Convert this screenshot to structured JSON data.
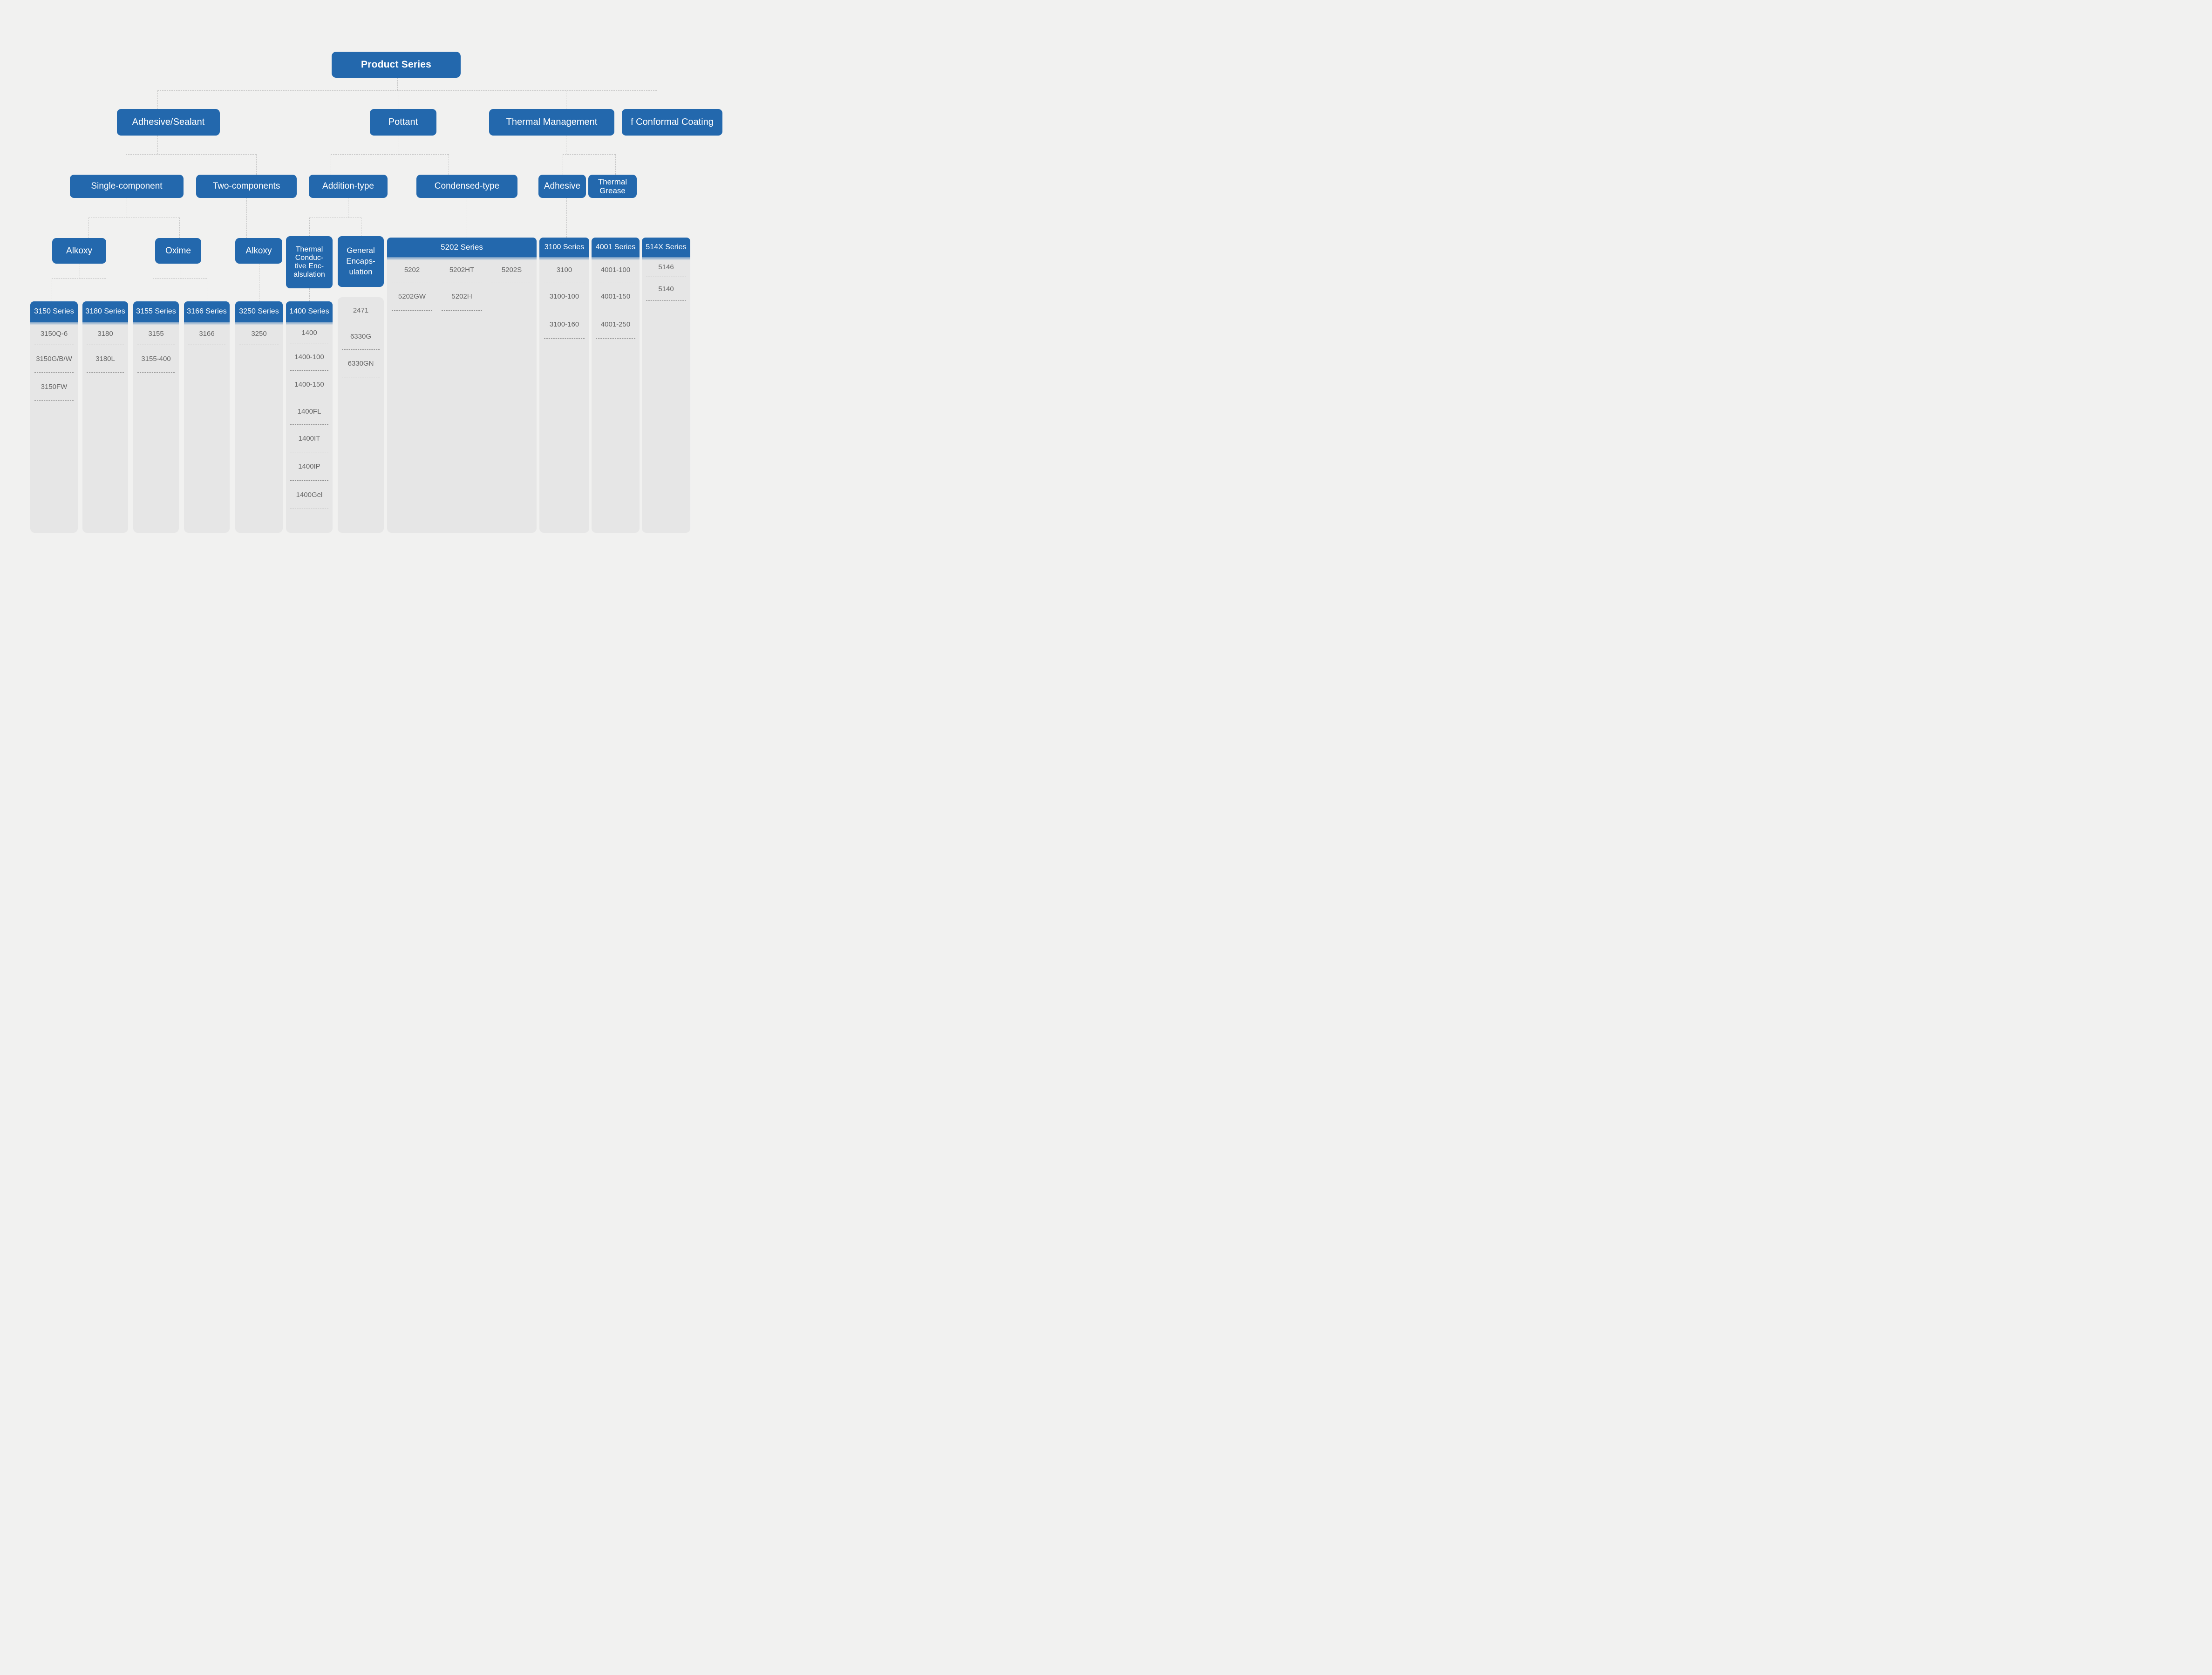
{
  "colors": {
    "node_blue": "#2368ad",
    "panel_gray": "#e6e6e6",
    "background": "#f1f1f0",
    "item_text": "#666666",
    "header_text": "#ffffff"
  },
  "root": {
    "label": "Product Series"
  },
  "level2": {
    "adhesive_sealant": "Adhesive/Sealant",
    "pottant": "Pottant",
    "thermal_management": "Thermal Management",
    "conformal_coating": "f Conformal Coating"
  },
  "level3": {
    "single_component": "Single-component",
    "two_components": "Two-components",
    "addition_type": "Addition-type",
    "condensed_type": "Condensed-type",
    "adhesive": "Adhesive",
    "thermal_grease_lines": [
      "Thermal",
      "Grease"
    ]
  },
  "level4": {
    "alkoxy_1": "Alkoxy",
    "oxime": "Oxime",
    "alkoxy_2": "Alkoxy",
    "thermal_conductive_lines": [
      "Thermal",
      "Conduc-",
      "tive Enc-",
      "alsulation"
    ],
    "general_encapsulation_lines": [
      "General",
      "Encaps-",
      "ulation"
    ]
  },
  "series_columns": {
    "s3150": {
      "title": "3150 Series",
      "items": [
        "3150Q-6",
        "3150G/B/W",
        "3150FW"
      ]
    },
    "s3180": {
      "title": "3180 Series",
      "items": [
        "3180",
        "3180L"
      ]
    },
    "s3155": {
      "title": "3155 Series",
      "items": [
        "3155",
        "3155-400"
      ]
    },
    "s3166": {
      "title": "3166 Series",
      "items": [
        "3166"
      ]
    },
    "s3250": {
      "title": "3250 Series",
      "items": [
        "3250"
      ]
    },
    "s1400": {
      "title": "1400 Series",
      "items": [
        "1400",
        "1400-100",
        "1400-150",
        "1400FL",
        "1400IT",
        "1400IP",
        "1400Gel"
      ]
    }
  },
  "encapsulation_panel": {
    "items": [
      "2471",
      "6330G",
      "6330GN"
    ]
  },
  "s5202": {
    "title": "5202 Series",
    "row1": [
      "5202",
      "5202HT",
      "5202S"
    ],
    "row2": [
      "5202GW",
      "5202H"
    ]
  },
  "s3100": {
    "title": "3100 Series",
    "items": [
      "3100",
      "3100-100",
      "3100-160"
    ]
  },
  "s4001": {
    "title": "4001 Series",
    "items": [
      "4001-100",
      "4001-150",
      "4001-250"
    ]
  },
  "s514x": {
    "title": "514X Series",
    "items": [
      "5146",
      "5140"
    ]
  }
}
